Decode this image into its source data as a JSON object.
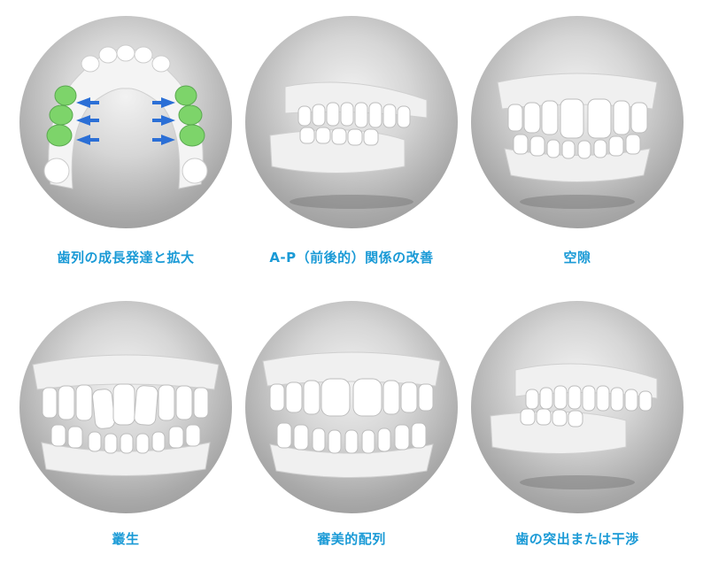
{
  "items": [
    {
      "label": "歯列の成長発達と拡大",
      "icon": "arch-expansion-icon"
    },
    {
      "label": "A-P（前後的）関係の改善",
      "icon": "ap-relationship-icon"
    },
    {
      "label": "空隙",
      "icon": "spacing-icon"
    },
    {
      "label": "叢生",
      "icon": "crowding-icon"
    },
    {
      "label": "審美的配列",
      "icon": "aesthetic-alignment-icon"
    },
    {
      "label": "歯の突出または干渉",
      "icon": "protrusion-interference-icon"
    }
  ],
  "colors": {
    "caption": "#1a9ad6",
    "arrow": "#2b6fd6",
    "highlight": "#6fcf6a"
  }
}
